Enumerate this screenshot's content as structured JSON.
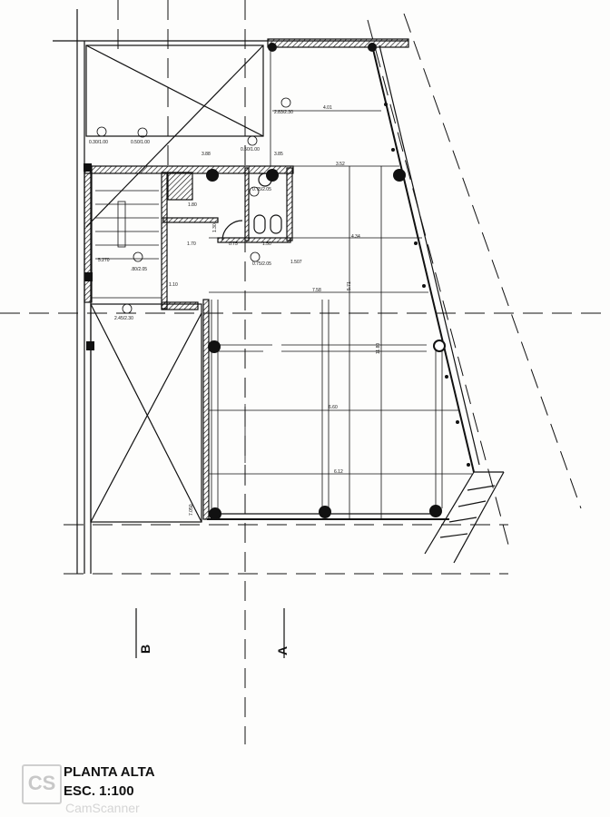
{
  "title": {
    "line1": "PLANTA ALTA",
    "line2": "ESC. 1:100"
  },
  "watermark": {
    "logo": "CS",
    "text": "CamScanner"
  },
  "sections": {
    "a": "A",
    "b": "B"
  },
  "dimensions": {
    "d401": "4.01",
    "d352": "3.52",
    "d434": "4.34",
    "d758": "7.58",
    "d571": "5.71",
    "d1180": "11.80",
    "d660": "6.60",
    "d612": "6.12",
    "d7050": "7.050",
    "d388": "3.88",
    "d385": "3.85",
    "d180": "1.80",
    "d170": "1.70",
    "d150": "1.50",
    "d130": "1.30",
    "d110": "1.10",
    "d075": "0.75",
    "d1507": "1.507",
    "d5270": "5.270",
    "lv1": "0.30/1.00",
    "lv2": "0.50/1.00",
    "lv3": "0.50/1.00",
    "lv4": "2.83/2.30",
    "lv5": "0.75/2.05",
    "lv6": "0.75/2.05",
    "lv7": "2.45/2.30",
    "lv8": ".80/2.05"
  },
  "colors": {
    "ink": "#111111",
    "paper": "#fdfdfc"
  }
}
